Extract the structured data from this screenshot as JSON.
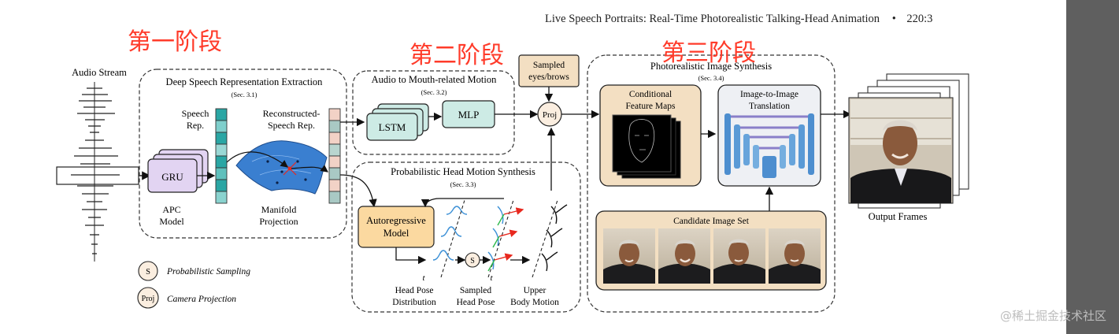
{
  "header": {
    "title": "Live Speech Portraits: Real-Time Photorealistic Talking-Head Animation",
    "bullet": "•",
    "page": "220:3"
  },
  "stages": [
    "第一阶段",
    "第二阶段",
    "第三阶段"
  ],
  "audio": {
    "label": "Audio Stream"
  },
  "deep_speech": {
    "title": "Deep Speech Representation Extraction",
    "sec": "(Sec. 3.1)",
    "gru": "GRU",
    "apc_1": "APC",
    "apc_2": "Model",
    "speech_rep_1": "Speech",
    "speech_rep_2": "Rep.",
    "recon_1": "Reconstructed-",
    "recon_2": "Speech Rep.",
    "manifold_1": "Manifold",
    "manifold_2": "Projection"
  },
  "mouth": {
    "title": "Audio to Mouth-related Motion",
    "sec": "(Sec. 3.2)",
    "lstm": "LSTM",
    "mlp": "MLP"
  },
  "sampled": {
    "line1": "Sampled",
    "line2": "eyes/brows"
  },
  "proj": "Proj",
  "head_motion": {
    "title": "Probabilistic Head Motion Synthesis",
    "sec": "(Sec. 3.3)",
    "ar_1": "Autoregressive",
    "ar_2": "Model",
    "s": "S",
    "t1": "t",
    "t2": "t",
    "dist_1": "Head Pose",
    "dist_2": "Distribution",
    "samp_1": "Sampled",
    "samp_2": "Head Pose",
    "upper_1": "Upper",
    "upper_2": "Body Motion"
  },
  "legend": {
    "s_symbol": "S",
    "s_label": "Probabilistic Sampling",
    "proj_symbol": "Proj",
    "proj_label": "Camera Projection"
  },
  "synthesis": {
    "title": "Photorealistic Image Synthesis",
    "sec": "(Sec. 3.4)",
    "cond_1": "Conditional",
    "cond_2": "Feature Maps",
    "i2i_1": "Image-to-Image",
    "i2i_2": "Translation",
    "candidate": "Candidate Image Set"
  },
  "output": {
    "label": "Output Frames"
  },
  "watermark": "@稀土掘金技术社区",
  "colors": {
    "stage_red": "#ff3b2a",
    "gru_fill": "#e2d4f2",
    "lstm_fill": "#cdebe5",
    "ar_fill": "#fbd9a0",
    "proj_fill": "#fbeee0",
    "teal": "#2aa6a4",
    "pink": "#f2d2c6",
    "unet_blue": "#4d8ecf"
  }
}
